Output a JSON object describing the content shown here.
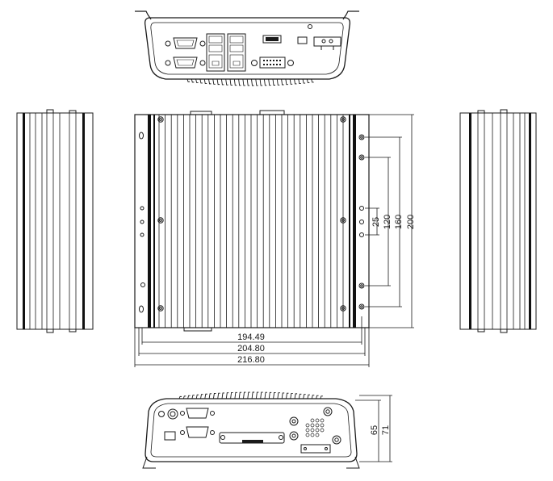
{
  "dimensions": {
    "width_inner": "194.49",
    "width_mid": "204.80",
    "width_outer": "216.80",
    "depth_25": "25",
    "depth_120": "120",
    "depth_160": "160",
    "depth_200": "200",
    "height_65": "65",
    "height_71": "71"
  },
  "colors": {
    "line": "#1a1a1a",
    "rail": "#111111",
    "fill": "#ffffff"
  }
}
